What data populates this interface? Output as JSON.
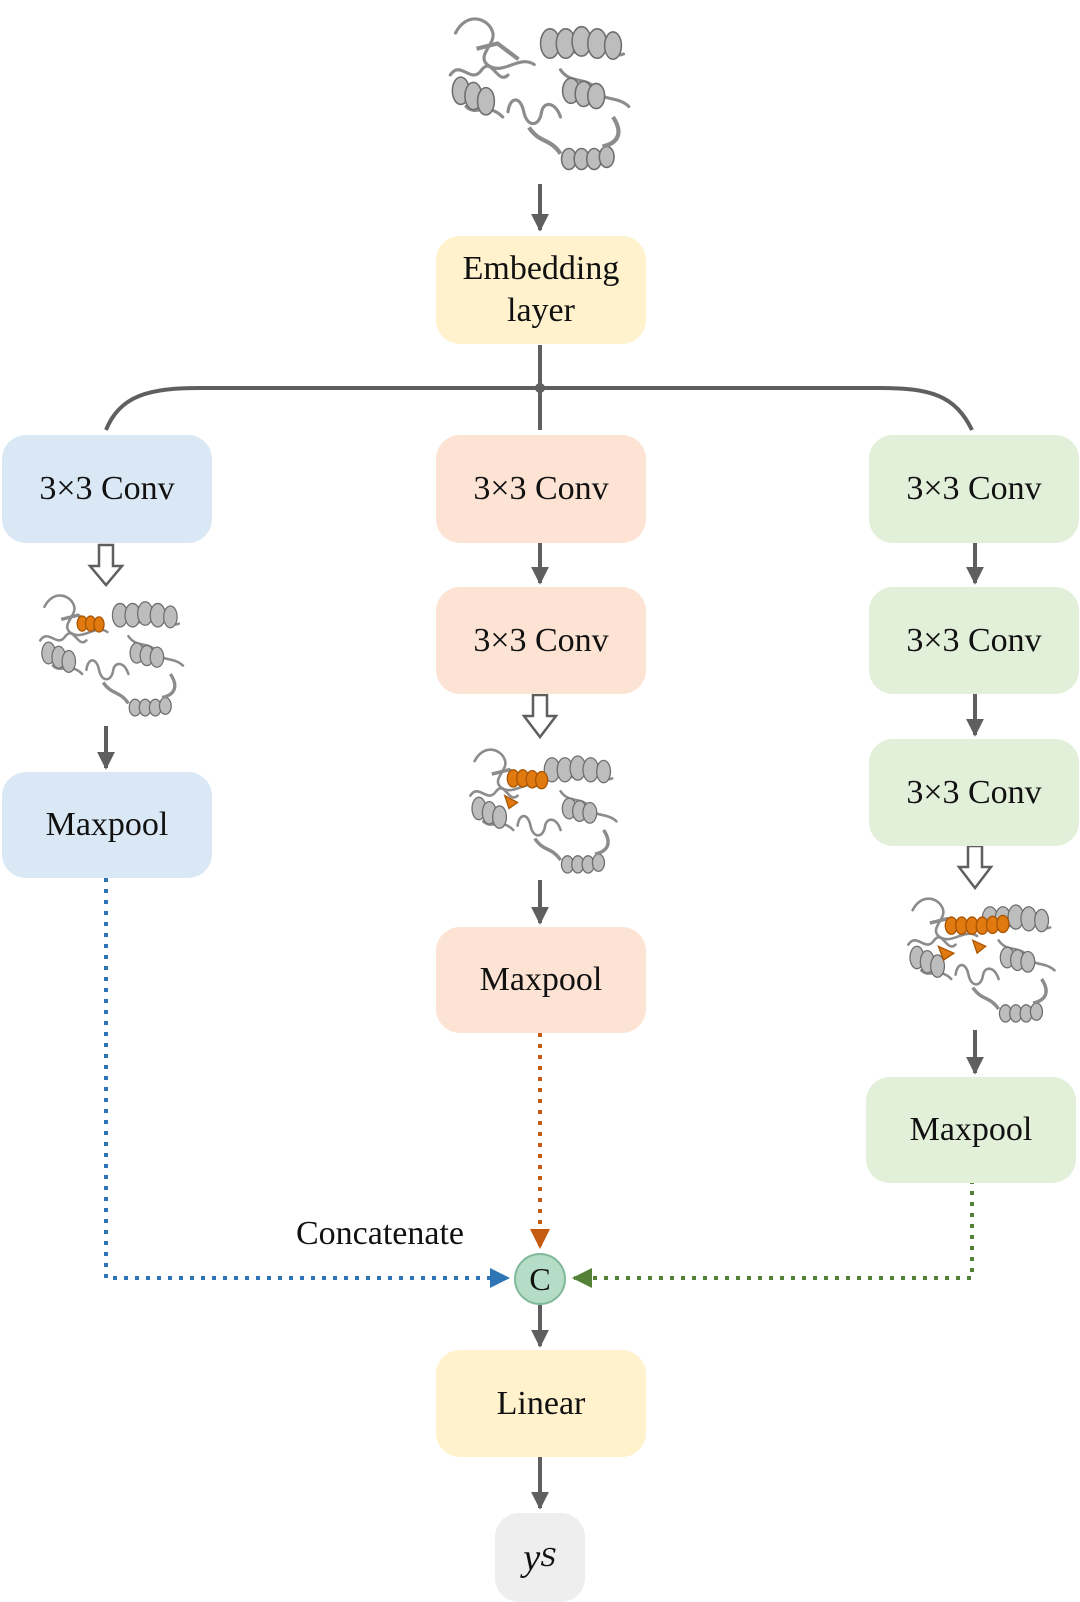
{
  "colors": {
    "line": "#5f5f5f",
    "blue_path": "#2e75b6",
    "orange_path": "#c55a11",
    "green_path": "#538135",
    "protein_gray": "#9a9a9a",
    "protein_highlight": "#e07a10"
  },
  "nodes": {
    "embedding": "Embedding\nlayer",
    "left_conv1": "3×3 Conv",
    "left_maxpool": "Maxpool",
    "mid_conv1": "3×3 Conv",
    "mid_conv2": "3×3 Conv",
    "mid_maxpool": "Maxpool",
    "right_conv1": "3×3 Conv",
    "right_conv2": "3×3 Conv",
    "right_conv3": "3×3 Conv",
    "right_maxpool": "Maxpool",
    "concat_symbol": "C",
    "concat_label": "Concatenate",
    "linear": "Linear",
    "output_main": "y",
    "output_sub": "S"
  },
  "icons": [
    "protein-structure-icon",
    "protein-structure-highlight-icon",
    "arrow-down-icon",
    "hollow-arrow-down-icon"
  ]
}
